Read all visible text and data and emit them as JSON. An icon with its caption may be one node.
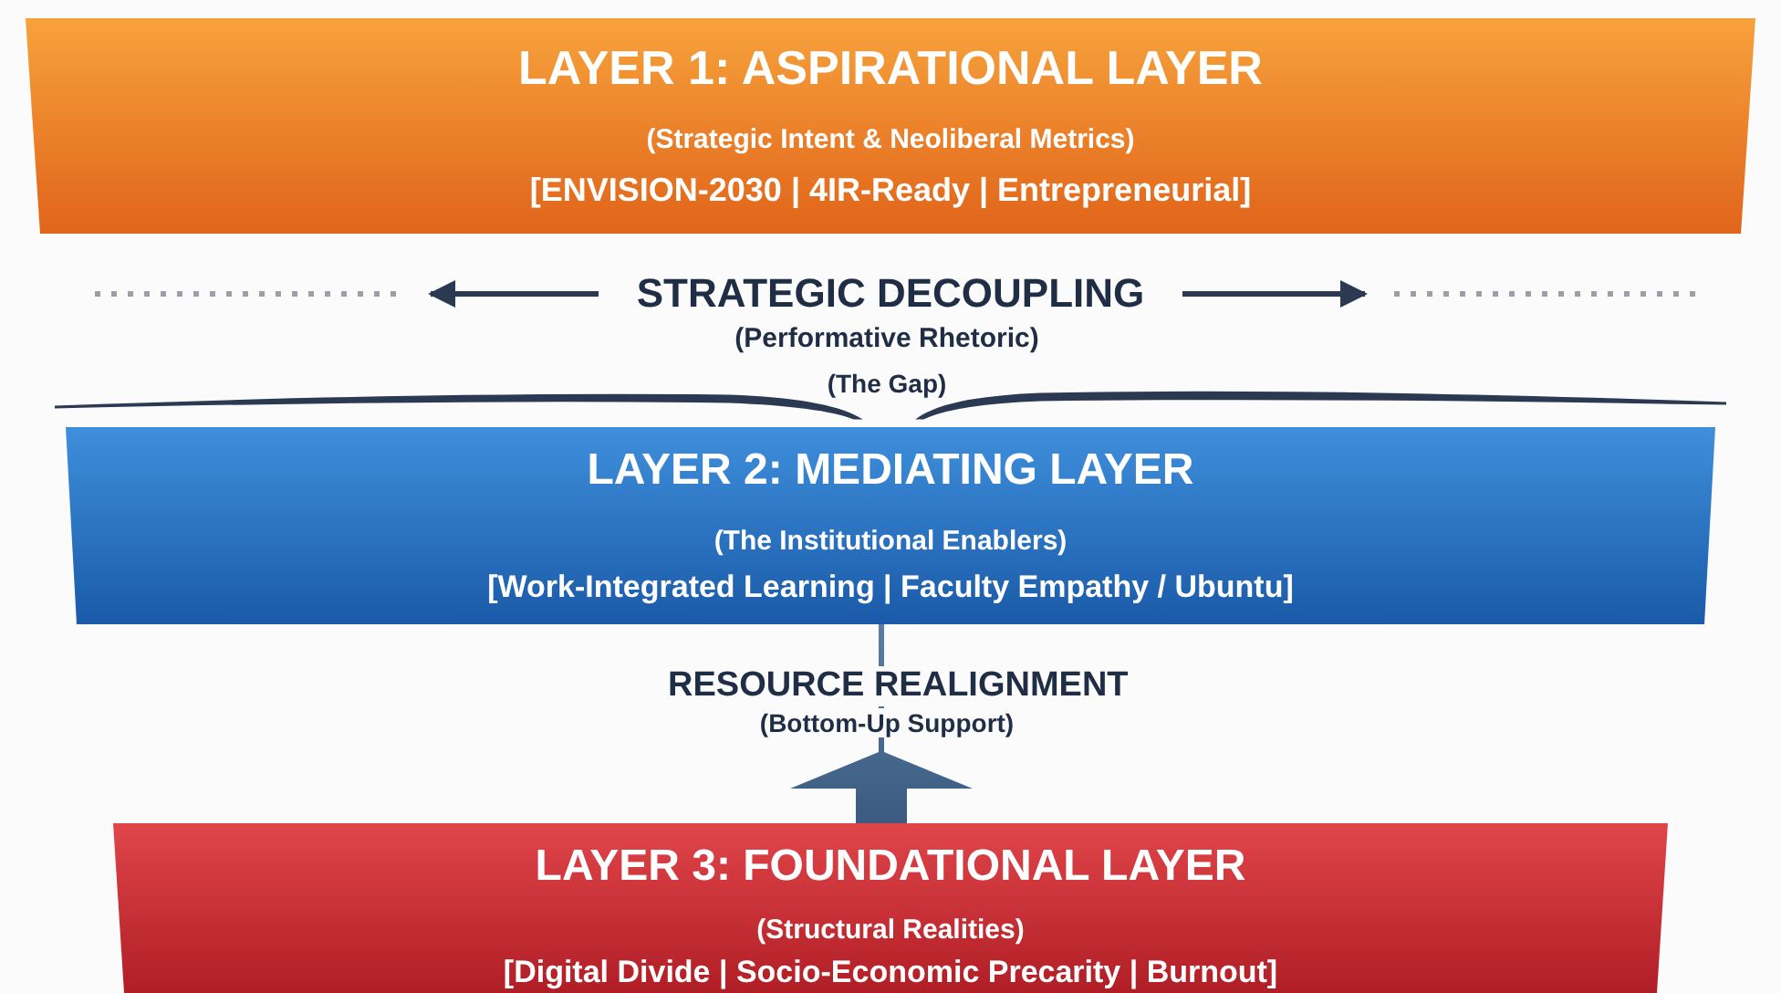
{
  "diagram": {
    "nodes": [
      {
        "text": [
          "LAYER 1: ASPIRATIONAL LAYER",
          "(Strategic Intent & Neoliberal Metrics)",
          "[ENVISION-2030 | 4IR-Ready | Entrepreneurial]"
        ]
      },
      {
        "text": [
          "LAYER 2: MEDIATING LAYER",
          "(The Institutional Enablers)",
          "[Work-Integrated Learning | Faculty Empathy / Ubuntu]"
        ]
      },
      {
        "text": [
          "LAYER 3: FOUNDATIONAL LAYER",
          "(Structural Realities)",
          "[Digital Divide | Socio-Economic Precarity | Burnout]"
        ]
      }
    ],
    "edges": [
      {
        "from": 2,
        "to": 1,
        "arrow": "to",
        "label": "RESOURCE REALIGNMENT",
        "style": "thick"
      }
    ],
    "labels": [
      "STRATEGIC DECOUPLING",
      "(Performative Rhetoric)",
      "(The Gap)",
      "(Bottom-Up Support)"
    ]
  }
}
